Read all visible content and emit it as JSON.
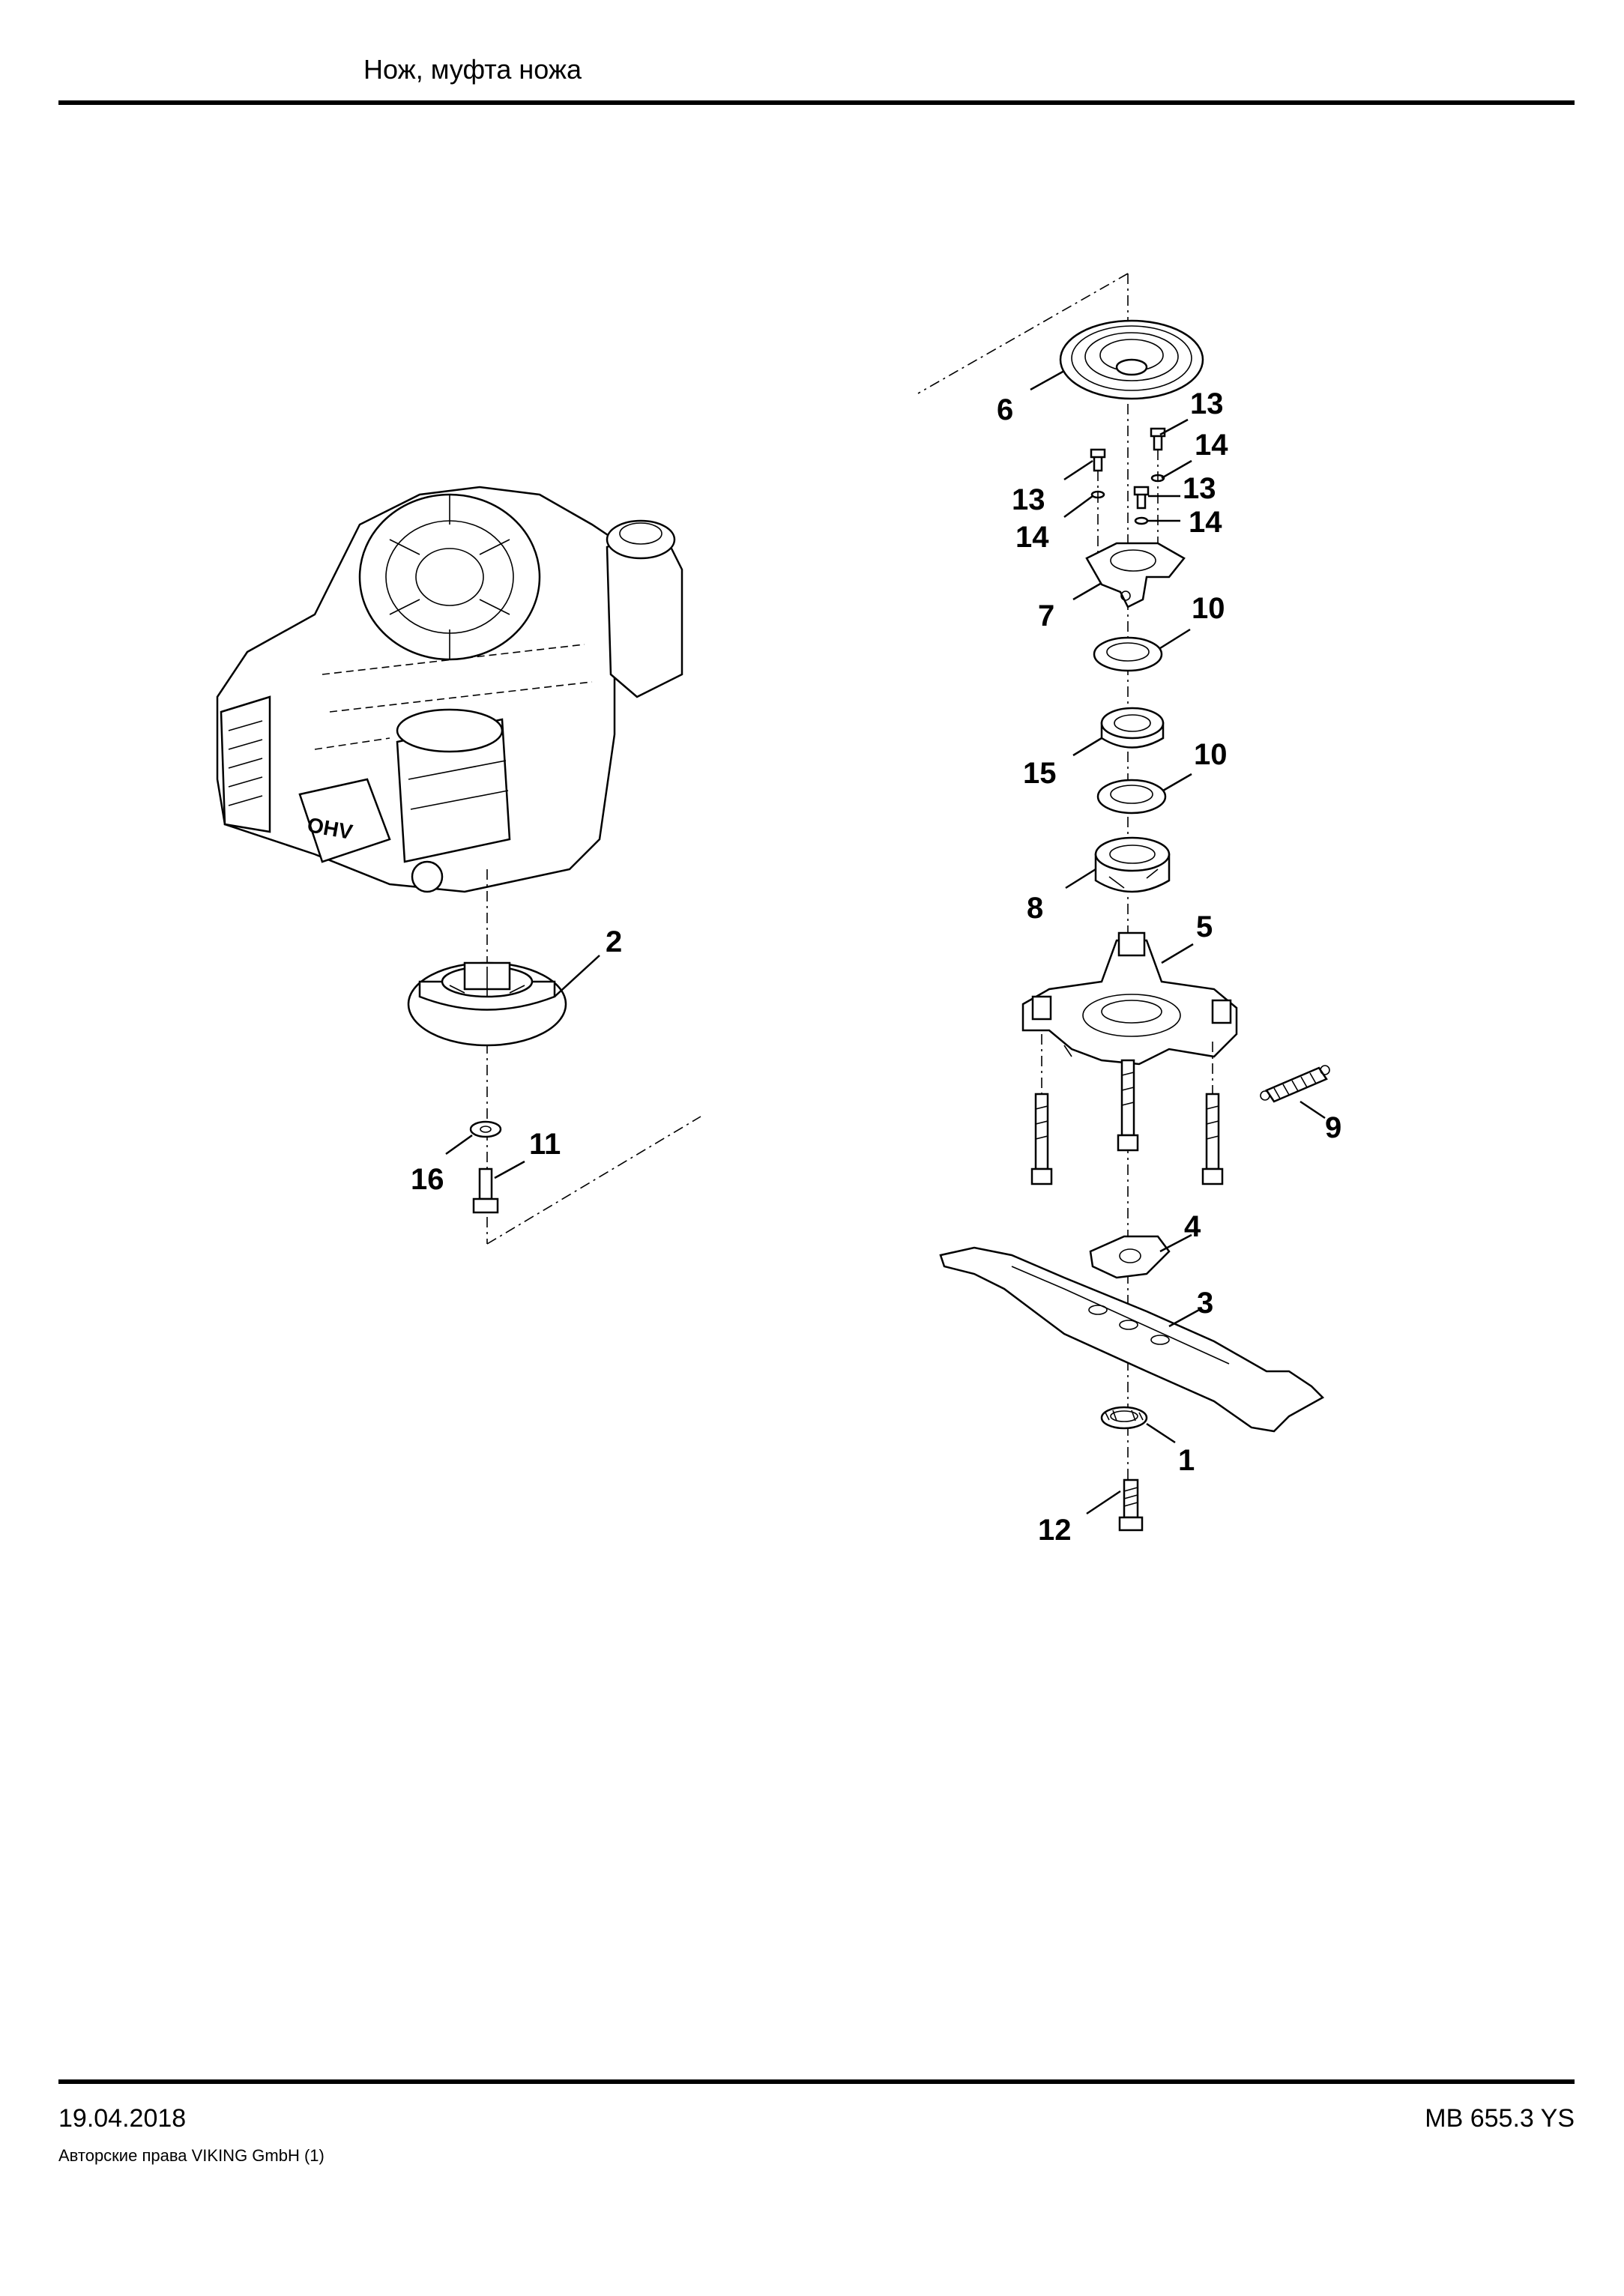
{
  "header": {
    "title": "Нож, муфта ножа"
  },
  "footer": {
    "date": "19.04.2018",
    "copyright": "Авторские права VIKING GmbH  (1)",
    "model": "MB 655.3 YS"
  },
  "callouts": {
    "c1": "1",
    "c2": "2",
    "c3": "3",
    "c4": "4",
    "c5": "5",
    "c6": "6",
    "c7": "7",
    "c8": "8",
    "c9": "9",
    "c10a": "10",
    "c10b": "10",
    "c11": "11",
    "c12": "12",
    "c13a": "13",
    "c13b": "13",
    "c13c": "13",
    "c14a": "14",
    "c14b": "14",
    "c14c": "14",
    "c15": "15",
    "c16": "16"
  },
  "engine_label": "OHV"
}
